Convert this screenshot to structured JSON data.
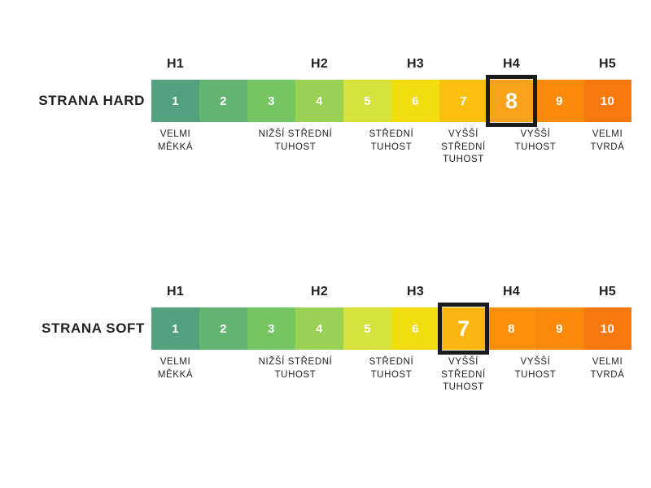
{
  "chart_data": {
    "type": "bar",
    "title": "",
    "xlabel": "",
    "ylabel": "",
    "categories": [
      "1",
      "2",
      "3",
      "4",
      "5",
      "6",
      "7",
      "8",
      "9",
      "10"
    ],
    "values": [
      1,
      2,
      3,
      4,
      5,
      6,
      7,
      8,
      9,
      10
    ],
    "colors": [
      "#51a07e",
      "#63b472",
      "#76c563",
      "#9ad155",
      "#d6e33e",
      "#f2dd11",
      "#fbbf10",
      "#faa21b",
      "#fa8a0c",
      "#f8790e"
    ],
    "series": [
      {
        "name": "STRANA HARD",
        "selected": 8
      },
      {
        "name": "STRANA SOFT",
        "selected": 7
      }
    ],
    "grid": false,
    "legend": "none"
  },
  "scales": [
    {
      "id": "hard",
      "label": "STRANA HARD",
      "selected_index": 7,
      "selected_value": "8",
      "cells": [
        {
          "num": "1",
          "color": "#51a07e"
        },
        {
          "num": "2",
          "color": "#63b472"
        },
        {
          "num": "3",
          "color": "#76c563"
        },
        {
          "num": "4",
          "color": "#9ad155"
        },
        {
          "num": "5",
          "color": "#d6e33e"
        },
        {
          "num": "6",
          "color": "#f2dd11"
        },
        {
          "num": "7",
          "color": "#fbbf10"
        },
        {
          "num": "8",
          "color": "#faa21b"
        },
        {
          "num": "9",
          "color": "#fa8a0c"
        },
        {
          "num": "10",
          "color": "#f8790e"
        }
      ],
      "h_labels": [
        {
          "text": "H1",
          "index": 0
        },
        {
          "text": "H2",
          "index": 3
        },
        {
          "text": "H3",
          "index": 5
        },
        {
          "text": "H4",
          "index": 7
        },
        {
          "text": "H5",
          "index": 9
        }
      ],
      "descriptions": [
        {
          "text": "VELMI\nMĚKKÁ",
          "start": 0,
          "span": 1
        },
        {
          "text": "NIŽŠÍ STŘEDNÍ\nTUHOST",
          "start": 2,
          "span": 2
        },
        {
          "text": "STŘEDNÍ\nTUHOST",
          "start": 4,
          "span": 2
        },
        {
          "text": "VYŠŠÍ\nSTŘEDNÍ\nTUHOST",
          "start": 6,
          "span": 1
        },
        {
          "text": "VYŠŠÍ\nTUHOST",
          "start": 7,
          "span": 2
        },
        {
          "text": "VELMI\nTVRDÁ",
          "start": 9,
          "span": 1
        }
      ]
    },
    {
      "id": "soft",
      "label": "STRANA SOFT",
      "selected_index": 6,
      "selected_value": "7",
      "cells": [
        {
          "num": "1",
          "color": "#51a07e"
        },
        {
          "num": "2",
          "color": "#63b472"
        },
        {
          "num": "3",
          "color": "#76c563"
        },
        {
          "num": "4",
          "color": "#9ad155"
        },
        {
          "num": "5",
          "color": "#d6e33e"
        },
        {
          "num": "6",
          "color": "#f2dd11"
        },
        {
          "num": "7",
          "color": "#fbb710"
        },
        {
          "num": "8",
          "color": "#fa8f0c"
        },
        {
          "num": "9",
          "color": "#fa8a0c"
        },
        {
          "num": "10",
          "color": "#f8790e"
        }
      ],
      "h_labels": [
        {
          "text": "H1",
          "index": 0
        },
        {
          "text": "H2",
          "index": 3
        },
        {
          "text": "H3",
          "index": 5
        },
        {
          "text": "H4",
          "index": 7
        },
        {
          "text": "H5",
          "index": 9
        }
      ],
      "descriptions": [
        {
          "text": "VELMI\nMĚKKÁ",
          "start": 0,
          "span": 1
        },
        {
          "text": "NIŽŠÍ STŘEDNÍ\nTUHOST",
          "start": 2,
          "span": 2
        },
        {
          "text": "STŘEDNÍ\nTUHOST",
          "start": 4,
          "span": 2
        },
        {
          "text": "VYŠŠÍ\nSTŘEDNÍ\nTUHOST",
          "start": 6,
          "span": 1
        },
        {
          "text": "VYŠŠÍ\nTUHOST",
          "start": 7,
          "span": 2
        },
        {
          "text": "VELMI\nTVRDÁ",
          "start": 9,
          "span": 1
        }
      ]
    }
  ],
  "style": {
    "highlight_border_color": "#1b1b1b",
    "text_color": "#231f20",
    "background": "#ffffff"
  }
}
